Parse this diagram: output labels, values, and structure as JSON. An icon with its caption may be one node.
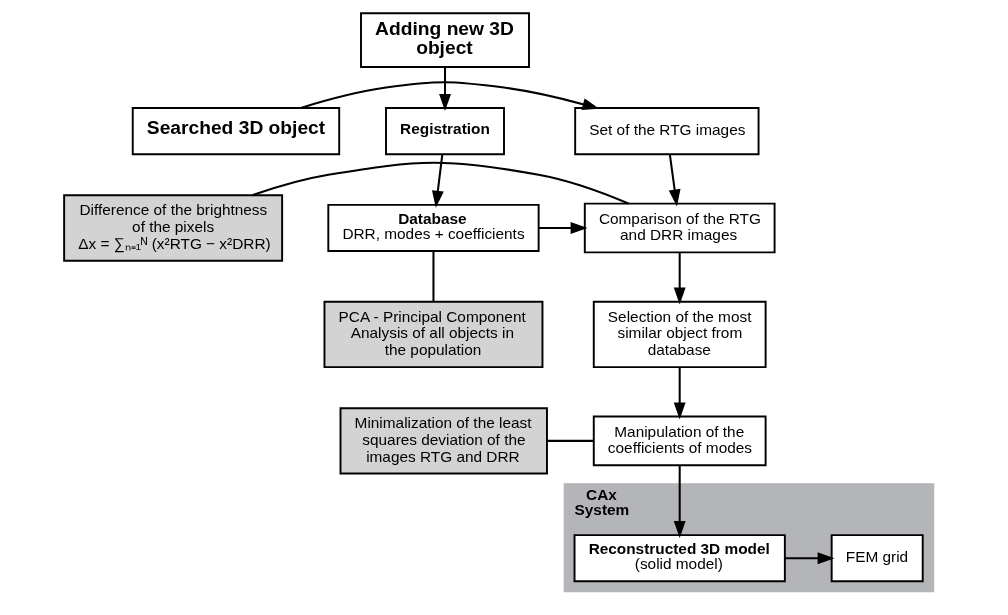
{
  "diagram": {
    "nodes": [
      {
        "text": [
          "Searched 3D object"
        ]
      },
      {
        "text": [
          "Set of the RTG images"
        ]
      },
      {
        "text": [
          "Adding new 3D object"
        ]
      },
      {
        "text": [
          "Registration"
        ]
      },
      {
        "text": [
          "Difference of the brightness of the pixels",
          "Δx = ∑ₙ₌₁ᴺ (x²RTG − x²DRR)"
        ]
      },
      {
        "text": [
          "Comparison of the RTG and DRR images"
        ]
      },
      {
        "text": [
          "Database",
          "DRR, modes + coefficients"
        ]
      },
      {
        "text": [
          "Selection of the most similar object from database"
        ]
      },
      {
        "text": [
          "PCA - Principal Component Analysis of all objects in the population"
        ]
      },
      {
        "text": [
          "Minimalization of the least squares deviation of the images RTG and DRR"
        ]
      },
      {
        "text": [
          "Manipulation of the coefficients of modes"
        ]
      },
      {
        "text": [
          "CAx System"
        ]
      },
      {
        "text": [
          "Reconstructed 3D model",
          "(solid model)"
        ],
        "in": 11
      },
      {
        "text": [
          "FEM grid"
        ],
        "in": 11
      }
    ],
    "edges": [
      {
        "from": 0,
        "to": 1,
        "arrow": "to"
      },
      {
        "from": 2,
        "to": 3,
        "arrow": "to"
      },
      {
        "from": 1,
        "to": 5,
        "arrow": "to"
      },
      {
        "from": 3,
        "to": 6,
        "arrow": "to"
      },
      {
        "from": 4,
        "to": 5,
        "arrow": "none"
      },
      {
        "from": 6,
        "to": 5,
        "arrow": "to"
      },
      {
        "from": 6,
        "to": 8,
        "arrow": "none"
      },
      {
        "from": 5,
        "to": 7,
        "arrow": "to"
      },
      {
        "from": 7,
        "to": 10,
        "arrow": "to"
      },
      {
        "from": 9,
        "to": 10,
        "arrow": "none"
      },
      {
        "from": 10,
        "to": 12,
        "arrow": "to"
      },
      {
        "from": 12,
        "to": 13,
        "arrow": "to"
      }
    ]
  }
}
